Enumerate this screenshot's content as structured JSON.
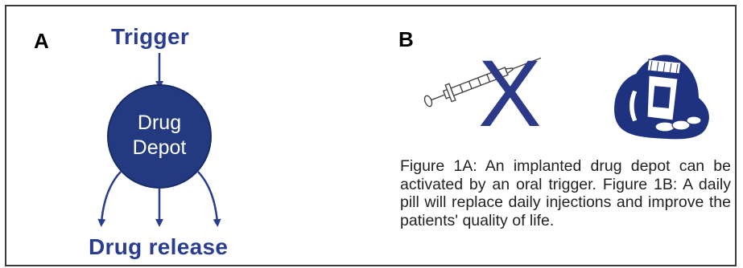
{
  "panel_a": {
    "letter": "A",
    "trigger": "Trigger",
    "depot_line1": "Drug",
    "depot_line2": "Depot",
    "release": "Drug release"
  },
  "panel_b": {
    "letter": "B",
    "x_mark": "X",
    "caption": "Figure 1A: An implanted drug depot can be activated by an oral trigger. Figure 1B: A daily pill will replace daily injections and improve the patients' quality of life."
  },
  "colors": {
    "depot_fill": "#233a80",
    "arrow": "#2b3d8f",
    "pill_bottle": "#1f3280"
  },
  "icons": [
    "syringe-icon",
    "pill-bottle-icon"
  ]
}
